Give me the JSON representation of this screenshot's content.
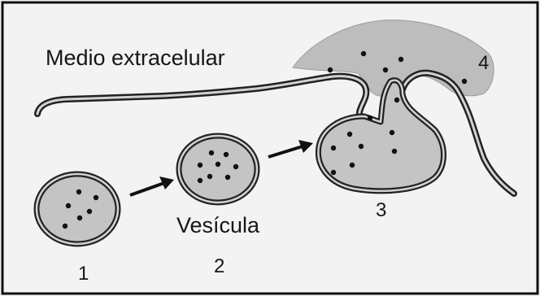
{
  "labels": {
    "medium": "Medio extracelular",
    "vesicle": "Vesícula",
    "step1": "1",
    "step2": "2",
    "step3": "3",
    "step4": "4"
  },
  "colors": {
    "background": "#f3f3f3",
    "frame": "#111111",
    "membrane_outer": "#222222",
    "membrane_inner": "#d2d2d2",
    "vesicle_fill": "#c4c4c4",
    "particle": "#111111",
    "released_content": "#bdbdbd"
  }
}
